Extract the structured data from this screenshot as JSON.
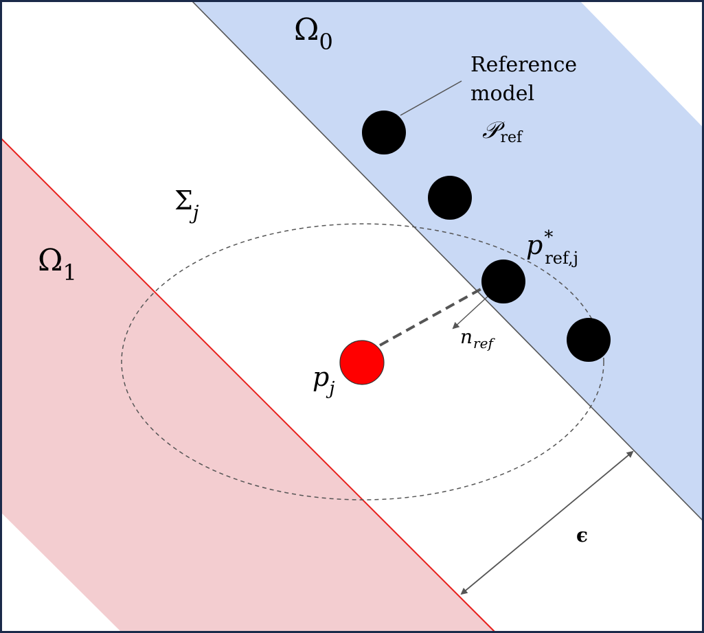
{
  "regions": {
    "omega0": {
      "label": "Ω",
      "sub": "0",
      "fill": "#c9d9f5"
    },
    "omega1": {
      "label": "Ω",
      "sub": "1",
      "fill": "#f3cdd0"
    }
  },
  "annotations": {
    "reference_model_line1": "Reference",
    "reference_model_line2": "model",
    "p_ref_symbol": "𝒫",
    "p_ref_sub": "ref",
    "sigma_label": "Σ",
    "sigma_sub": "j",
    "pstar_label": "p",
    "pstar_sup": "*",
    "pstar_sub": "ref,j",
    "normal_label": "n",
    "normal_sub": "ref",
    "pj_label": "p",
    "pj_sub": "j",
    "epsilon": "ϵ"
  },
  "colors": {
    "frame": "#1b2a4a",
    "boundary_line": "#555555",
    "omega1_boundary": "#e8201c",
    "reference_point": "#000000",
    "query_point": "#ff0000",
    "ellipse": "#555555"
  },
  "reference_points_count": 4
}
